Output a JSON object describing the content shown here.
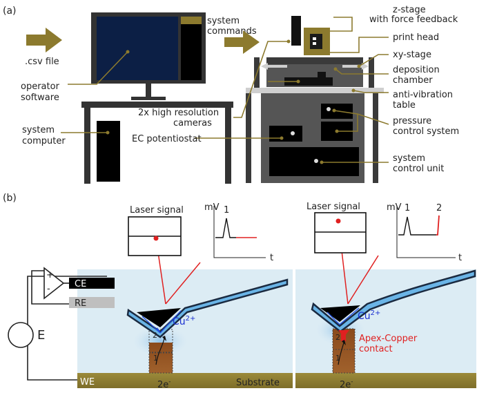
{
  "panel_a": {
    "panel_label": "(a)",
    "csv_label": ".csv file",
    "operator_software": [
      "operator",
      "software"
    ],
    "system_computer": [
      "system",
      "computer"
    ],
    "system_commands": [
      "system",
      "commands"
    ],
    "cameras": [
      "2x high resolution",
      "cameras"
    ],
    "ec_potentiostat": "EC potentiostat",
    "z_stage": [
      "z-stage",
      "with force feedback"
    ],
    "print_head": "print head",
    "xy_stage": "xy-stage",
    "deposition_chamber": [
      "deposition",
      "chamber"
    ],
    "anti_vibration": [
      "anti-vibration",
      "table"
    ],
    "pressure_control": [
      "pressure",
      "control system"
    ],
    "system_control_unit": [
      "system",
      "control unit"
    ]
  },
  "panel_b": {
    "panel_label": "(b)",
    "laser_signal_left": "Laser signal",
    "laser_signal_right": "Laser signal",
    "y_axis": "mV",
    "x_axis": "t",
    "peak_1": "1",
    "peak_2": "2",
    "ce": "CE",
    "re": "RE",
    "we": "WE",
    "e": "E",
    "plus": "+",
    "minus": "-",
    "cu_ion": "Cu",
    "cu_charge": "2+",
    "electron": "2e",
    "electron_sup": "-",
    "substrate": "Substrate",
    "layer_1": "1",
    "layer_2": "2",
    "apex_contact": [
      "Apex-Copper",
      "contact"
    ]
  },
  "colors": {
    "accent_olive": "#8c7a2e",
    "screen_navy": "#0c1f45",
    "dark": "#333333",
    "liquid": "#dcecf4",
    "cantilever": "#6ab4e6",
    "copper": "#7a3f17",
    "laser": "#e02020",
    "ion_blue": "#1a2fd0"
  }
}
